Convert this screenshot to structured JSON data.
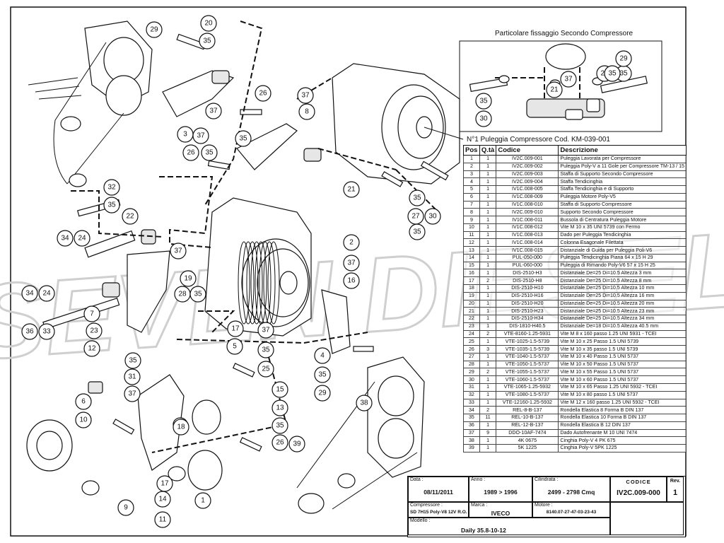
{
  "watermark": {
    "text": "SEVEN DIESEL"
  },
  "detail": {
    "title": "Particolare fissaggio Secondo Compressore"
  },
  "table": {
    "title": "N°1 Puleggia Compressore Cod. KM-039-001",
    "headers": [
      "Pos",
      "Q.tà",
      "Codice",
      "Descrizione"
    ],
    "rows": [
      [
        "1",
        "1",
        "IV2C.009-001",
        "Puleggia Lavorata per Compressore"
      ],
      [
        "2",
        "1",
        "IV2C.009-002",
        "Puleggia Poly-V a 11 Gole per Compressore TM-13 / 15"
      ],
      [
        "3",
        "1",
        "IV2C.009-003",
        "Staffa di Supporto Secondo Compressore"
      ],
      [
        "4",
        "1",
        "IV2C.009-004",
        "Staffa Tendicinghia"
      ],
      [
        "5",
        "1",
        "IV1C.008-005",
        "Staffa Tendicinghia e di Supporto"
      ],
      [
        "6",
        "1",
        "IV1C.008-009",
        "Puleggia Motore Poly-V5"
      ],
      [
        "7",
        "1",
        "IV1C.008-010",
        "Staffa di Supporto Compressore"
      ],
      [
        "8",
        "1",
        "IV2C.009-010",
        "Supporto Secondo Compressore"
      ],
      [
        "9",
        "1",
        "IV1C.008-011",
        "Bussola di Centratura Puleggia Motore"
      ],
      [
        "10",
        "1",
        "IV1C.008-012",
        "Vite M 10 x 35 UNI 5739 con Fermo"
      ],
      [
        "11",
        "1",
        "IV1C.008-013",
        "Dado per Puleggia Tendicinghia"
      ],
      [
        "12",
        "1",
        "IV1C.008-014",
        "Colonna Esagonale Filettata"
      ],
      [
        "13",
        "1",
        "IV1C.008-015",
        "Distanziale di Guida per Puleggia Poli-V6"
      ],
      [
        "14",
        "1",
        "PUL-050-000",
        "Puleggia Tendicinghia Piana 64 x 15 H 29"
      ],
      [
        "15",
        "1",
        "PUL-060-000",
        "Puleggia di Rimando Poly-V6 57 x 15 H 25"
      ],
      [
        "16",
        "1",
        "DIS-2510-H3",
        "Distanziale De=25 Di=10.5 Altezza 3 mm"
      ],
      [
        "17",
        "2",
        "DIS-2510-H8",
        "Distanziale De=25 Di=10.5 Altezza 8 mm"
      ],
      [
        "18",
        "1",
        "DIS-2510-H10",
        "Distanziale De=25 Di=10.5 Altezza 10 mm"
      ],
      [
        "19",
        "1",
        "DIS-2510-H16",
        "Distanziale De=25 Di=10.5 Altezza 16 mm"
      ],
      [
        "20",
        "1",
        "DIS-2510-H20",
        "Distanziale De=25 Di=10.5 Altezza 20 mm"
      ],
      [
        "21",
        "1",
        "DIS-2510-H23",
        "Distanziale De=25 Di=10.5 Altezza 23 mm"
      ],
      [
        "22",
        "1",
        "DIS-2510-H34",
        "Distanziale De=25 Di=10.5 Altezza 34 mm"
      ],
      [
        "23",
        "1",
        "DIS-1810-H40.5",
        "Distanziale De=18 Di=10.5 Altezza 40.5 mm"
      ],
      [
        "24",
        "2",
        "VTE-8160-1.25-5931",
        "Vite M 8 x 160 passo 1.25 UNI 5931 - TCEI"
      ],
      [
        "25",
        "1",
        "VTE-1025-1.5-5739",
        "Vite M 10 x 25 Passo 1.5 UNI 5739"
      ],
      [
        "26",
        "3",
        "VTE-1035-1.5-5739",
        "Vite M 10 x 35 passo 1.5 UNI 5739"
      ],
      [
        "27",
        "1",
        "VTE-1040-1.5-5737",
        "Vite M 10 x 40 Passo 1.5 UNI 5737"
      ],
      [
        "28",
        "1",
        "VTE-1050-1.5-5737",
        "Vite M 10 x 50 Passo 1.5 UNI 5737"
      ],
      [
        "29",
        "2",
        "VTE-1055-1.5-5737",
        "Vite M 10 x 55 Passo 1.5 UNI 5737"
      ],
      [
        "30",
        "1",
        "VTE-1060-1.5-5737",
        "Vite M 10 x 60 Passo 1.5 UNI 5737"
      ],
      [
        "31",
        "1",
        "VTE-1065-1.25-5932",
        "Vite M 10 x 65 Passo 1.25 UNI 5932 - TCEI"
      ],
      [
        "32",
        "1",
        "VTE-1080-1.5-5737",
        "Vite M 10 x 80 passo 1.5 UNI 5737"
      ],
      [
        "33",
        "1",
        "VTE-12160-1.25-5932",
        "Vite M 12 x 160 passo 1.25 UNI 5932 - TCEI"
      ],
      [
        "34",
        "2",
        "REL-8-B-137",
        "Rondella Elastica 8 Forma B DIN 137"
      ],
      [
        "35",
        "11",
        "REL-10-B-137",
        "Rondella Elastica 10 Forma B DIN 137"
      ],
      [
        "36",
        "1",
        "REL-12-B-137",
        "Rondella Elastica B 12 DIN 137"
      ],
      [
        "37",
        "9",
        "DDO-10AF-7474",
        "Dado Autofrenante M 10 UNI 7474"
      ],
      [
        "38",
        "1",
        "4K 0675",
        "Cinghia Poly-V 4 PK 675"
      ],
      [
        "39",
        "1",
        "5K 1225",
        "Cinghia Poly-V 5PK 1225"
      ]
    ]
  },
  "title_block": {
    "data_label": "Data :",
    "data_value": "08/11/2011",
    "anno_label": "Anno :",
    "anno_value": "1989 > 1996",
    "cilindrata_label": "Cilindrata :",
    "cilindrata_value": "2499 - 2798 Cmq",
    "codice_label": "CODICE",
    "codice_value": "IV2C.009-000",
    "rev_label": "Rev.",
    "rev_value": "1",
    "compressore_label": "Compressore :",
    "compressore_value": "SD 7H15 Poly-V8 12V R.O.",
    "marca_label": "Marca :",
    "marca_value": "IVECO",
    "motore_label": "Motore :",
    "motore_value": "8140.07-27-47-03-23-43",
    "modello_label": "Modello :",
    "modello_value": "Daily 35.8-10-12"
  },
  "callouts": [
    "1",
    "2",
    "3",
    "4",
    "5",
    "6",
    "7",
    "8",
    "9",
    "10",
    "11",
    "12",
    "13",
    "14",
    "15",
    "16",
    "17",
    "18",
    "19",
    "20",
    "21",
    "22",
    "23",
    "24",
    "25",
    "26",
    "27",
    "28",
    "29",
    "30",
    "31",
    "32",
    "33",
    "34",
    "35",
    "36",
    "37",
    "38",
    "39"
  ]
}
